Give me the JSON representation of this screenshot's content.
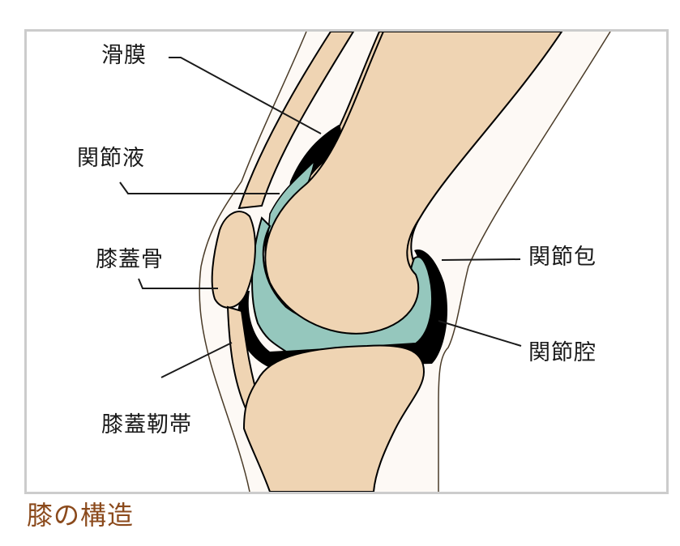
{
  "figure": {
    "caption": "膝の構造",
    "labels": {
      "synovium": "滑膜",
      "synovial_fluid": "関節液",
      "patella": "膝蓋骨",
      "patellar_ligament": "膝蓋靭帯",
      "joint_capsule": "関節包",
      "joint_cavity": "関節腔"
    },
    "colors": {
      "bone": "#efd4b3",
      "fluid": "#95c7bd",
      "skin": "#fdf9f5",
      "capsule": "#000000",
      "caption": "#8b4a1c",
      "frame": "#cccccc"
    }
  }
}
